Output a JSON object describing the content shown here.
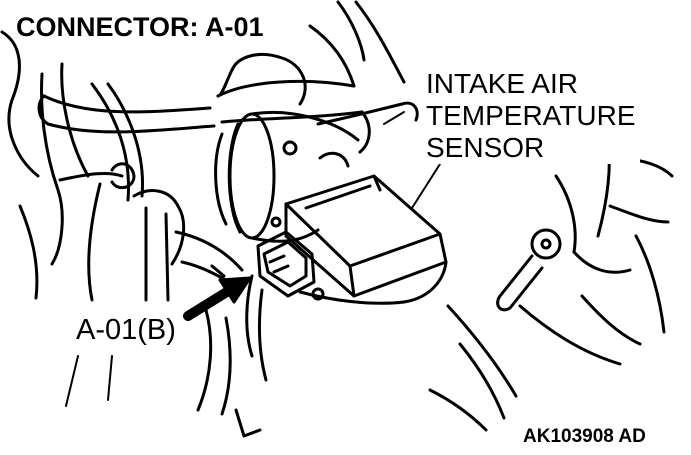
{
  "figure": {
    "title": "CONNECTOR: A-01",
    "sensor_label": {
      "lines": [
        "INTAKE AIR",
        "TEMPERATURE",
        "SENSOR"
      ]
    },
    "connector_callout": "A-01(B)",
    "figure_code": "AK103908 AD"
  }
}
